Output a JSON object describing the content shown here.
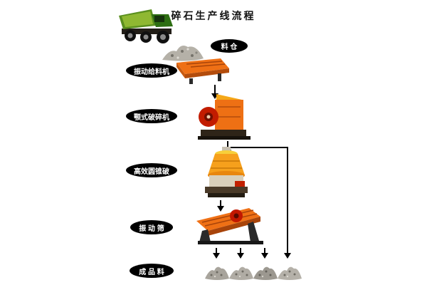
{
  "title": "碎石生产线流程",
  "labels": {
    "silo": "料 仓",
    "feeder": "振动给料机",
    "jaw_crusher": "颚式破碎机",
    "cone_crusher": "高效圆锥破",
    "screen": "振 动 筛",
    "product": "成 品 料"
  },
  "icons": {
    "truck": "dump-truck-icon",
    "raw_pile": "raw-material-pile-icon",
    "feeder": "vibrating-feeder-icon",
    "jaw_crusher": "jaw-crusher-icon",
    "cone_crusher": "cone-crusher-icon",
    "screen": "vibrating-screen-icon",
    "product_piles": [
      "product-pile-1-icon",
      "product-pile-2-icon",
      "product-pile-3-icon",
      "product-pile-4-icon"
    ]
  },
  "colors": {
    "background": "#ffffff",
    "label_bg": "#000000",
    "label_text": "#ffffff",
    "arrow": "#000000",
    "machine_orange": "#ee7014",
    "accent_red": "#c21c00",
    "truck_green": "#2d6e12",
    "pile_gray": "#aca89f"
  }
}
